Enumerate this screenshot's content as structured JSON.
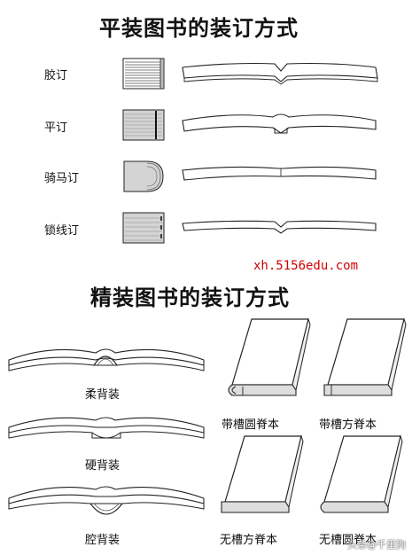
{
  "colors": {
    "url_red": "#d00000",
    "line": "#222222",
    "shade": "#cfcfcf"
  },
  "paperback": {
    "title": "平装图书的装订方式",
    "methods": [
      {
        "label": "胶订",
        "icon": "adhesive-binding-icon"
      },
      {
        "label": "平订",
        "icon": "side-stitch-binding-icon"
      },
      {
        "label": "骑马订",
        "icon": "saddle-stitch-binding-icon"
      },
      {
        "label": "锁线订",
        "icon": "thread-sewn-binding-icon"
      }
    ]
  },
  "watermark_url": "xh.5156edu.com",
  "hardcover": {
    "title": "精装图书的装订方式",
    "open_books": [
      {
        "label": "柔背装",
        "icon": "soft-spine-open-book-icon"
      },
      {
        "label": "硬背装",
        "icon": "hard-spine-open-book-icon"
      },
      {
        "label": "腔背装",
        "icon": "hollow-spine-open-book-icon"
      }
    ],
    "closed_books": [
      {
        "label": "带槽圆脊本",
        "icon": "grooved-round-spine-book-icon"
      },
      {
        "label": "带槽方脊本",
        "icon": "grooved-square-spine-book-icon"
      },
      {
        "label": "无槽方脊本",
        "icon": "ungrooved-square-spine-book-icon"
      },
      {
        "label": "无槽圆脊本",
        "icon": "ungrooved-round-spine-book-icon"
      }
    ]
  },
  "credit": "头条@千里狗"
}
